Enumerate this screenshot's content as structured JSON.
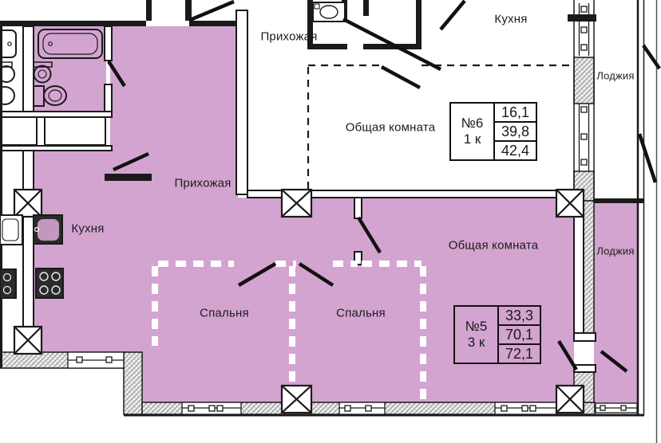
{
  "plan": {
    "title": "floor-plan",
    "labels": {
      "hallway_unit6": "Прихожая",
      "kitchen_unit6": "Кухня",
      "living_unit6": "Общая комната",
      "loggia_unit6": "Лоджия",
      "hallway_unit5": "Прихожая",
      "kitchen_unit5": "Кухня",
      "living_unit5": "Общая комната",
      "bedroom_left": "Спальня",
      "bedroom_right": "Спальня",
      "loggia_unit5": "Лоджия"
    },
    "units": [
      {
        "number": "№6",
        "rooms": "1 к",
        "areas": [
          "16,1",
          "39,8",
          "42,4"
        ]
      },
      {
        "number": "№5",
        "rooms": "3 к",
        "areas": [
          "33,3",
          "70,1",
          "72,1"
        ]
      }
    ],
    "colors": {
      "highlight_pink": "#d3a4d0",
      "wall_black": "#1a1a1a",
      "hatch_gray": "#8a8a8a",
      "background": "#ffffff"
    }
  }
}
